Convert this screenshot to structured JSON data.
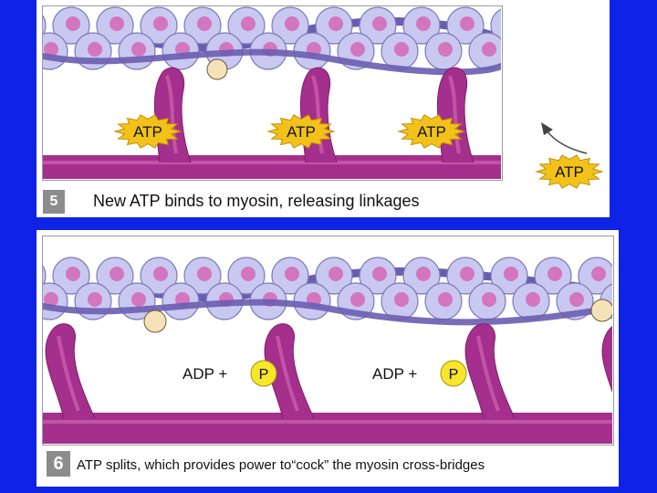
{
  "colors": {
    "background": "#0f23e6",
    "actin": "#c9c8f0",
    "actin_outline": "#7c7ab8",
    "binding_site": "#d566b6",
    "tropomyosin": "#6a5db0",
    "myosin": "#a52f8c",
    "myosin_light": "#c254a8",
    "atp_star": "#f2c21b",
    "phosphate": "#f7e62c",
    "step_box": "#8c8c8c"
  },
  "step5": {
    "number": "5",
    "caption": "New ATP binds to myosin, releasing linkages",
    "atp_labels": [
      "ATP",
      "ATP",
      "ATP",
      "ATP"
    ]
  },
  "step6": {
    "number": "6",
    "caption": "ATP splits, which provides power to“cock” the myosin cross-bridges",
    "adp_labels": [
      "ADP +",
      "ADP +"
    ],
    "p_labels": [
      "P",
      "P"
    ]
  }
}
